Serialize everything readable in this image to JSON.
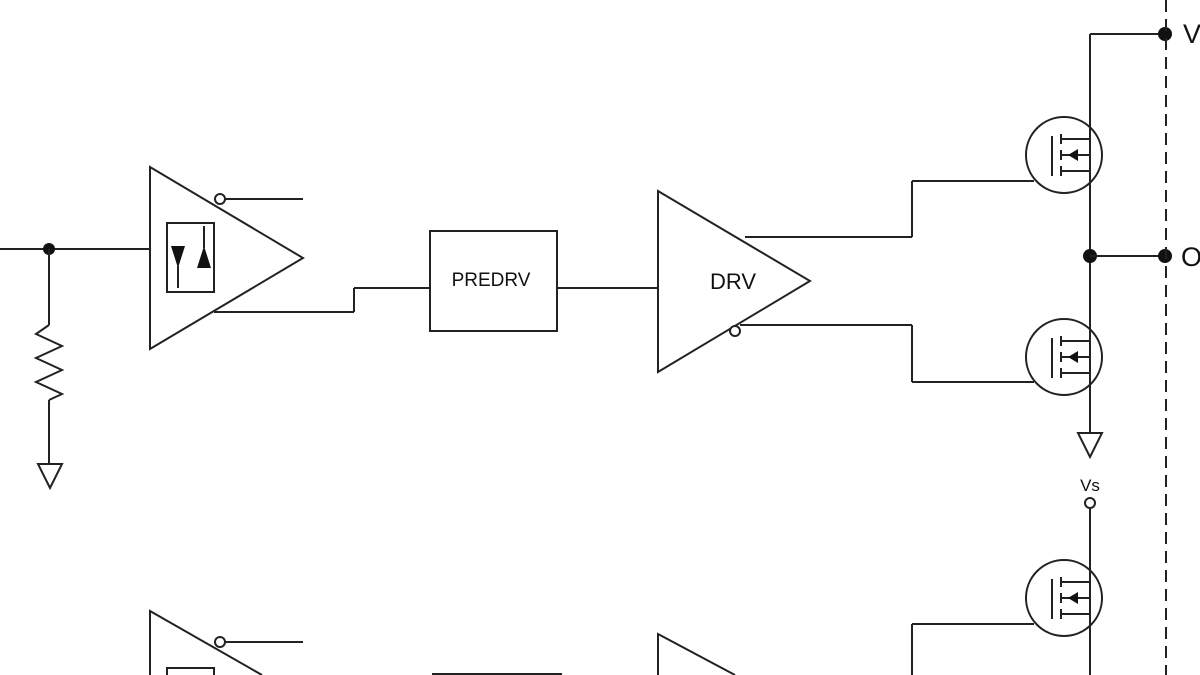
{
  "blocks": {
    "predriver_label": "PREDRV",
    "driver_label": "DRV"
  },
  "supply": {
    "vs_label": "Vs"
  },
  "pins": {
    "top_pin_label": "V",
    "mid_pin_label": "O"
  },
  "colors": {
    "line": "#222222",
    "background": "#ffffff"
  }
}
